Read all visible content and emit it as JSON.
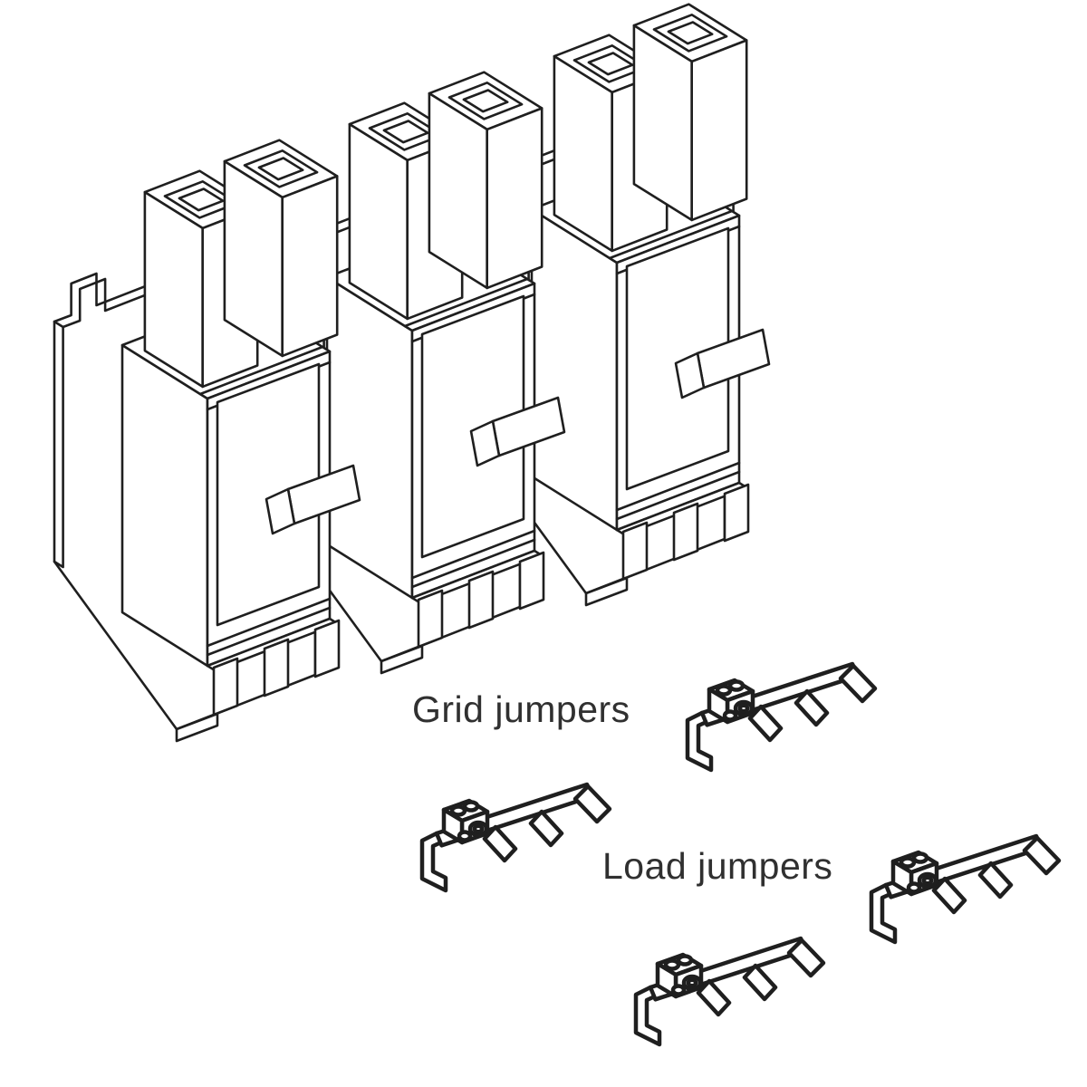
{
  "figure": {
    "type": "technical-line-drawing",
    "subject": "Three circuit-breaker poles shown isometric with accessory jumper combs",
    "labels": {
      "grid_jumpers": "Grid jumpers",
      "load_jumpers": "Load jumpers"
    },
    "components": {
      "breakers": 3,
      "grid_jumpers": 2,
      "load_jumpers": 2,
      "prongs_per_jumper": 4
    },
    "colors": {
      "background": "#ffffff",
      "line": "#1f1f1f",
      "label_text": "#303030"
    }
  }
}
